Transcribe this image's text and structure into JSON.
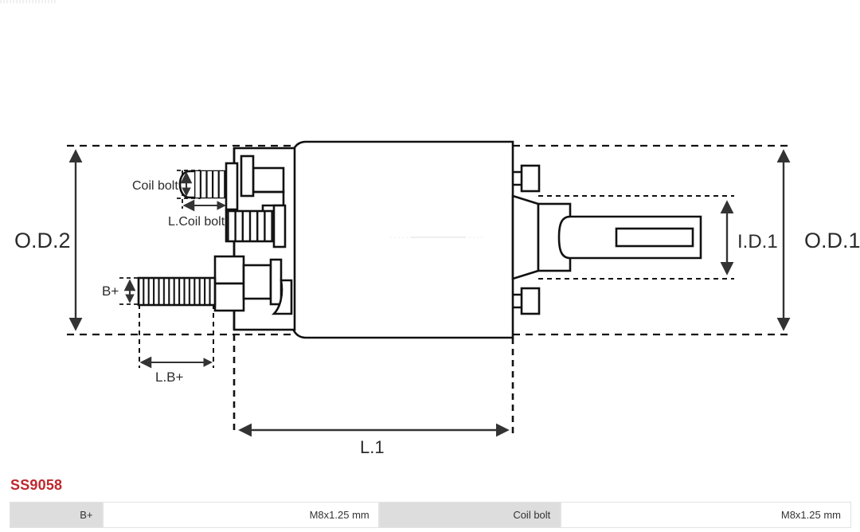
{
  "part": {
    "number": "SS9058"
  },
  "drawing": {
    "title": "Starter solenoid cross-section drawing",
    "labels": {
      "od2": "O.D.2",
      "od1": "O.D.1",
      "id1": "I.D.1",
      "coil_bolt": "Coil bolt",
      "l_coil_bolt": "L.Coil bolt",
      "b_plus": "B+",
      "l_b_plus": "L.B+",
      "l1": "L.1"
    },
    "colors": {
      "line": "#1a1a1a",
      "dimension": "#333333",
      "label_text": "#2b2b2b"
    }
  },
  "spec_table": {
    "rows": [
      {
        "cells": [
          {
            "type": "label",
            "text": "B+"
          },
          {
            "type": "value",
            "text": "M8x1.25 mm"
          },
          {
            "type": "label",
            "text": "Coil bolt"
          },
          {
            "type": "value",
            "text": "M8x1.25 mm"
          }
        ]
      }
    ]
  }
}
